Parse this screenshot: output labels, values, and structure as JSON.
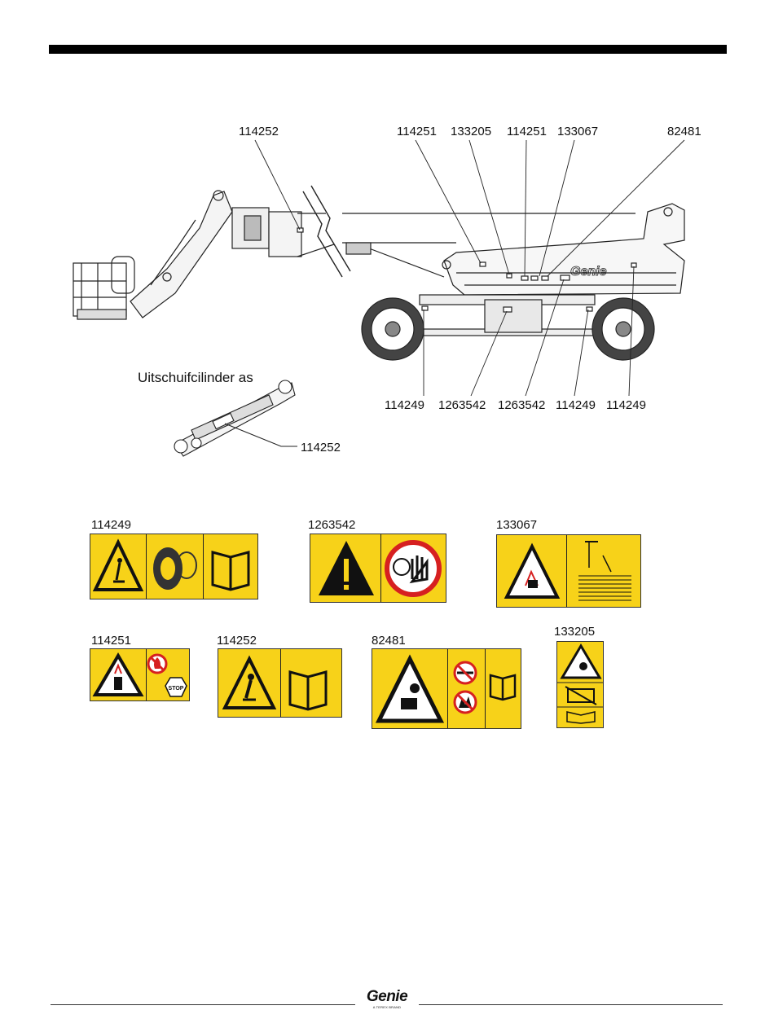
{
  "diagram": {
    "callouts_top": [
      "114252",
      "114251",
      "133205",
      "114251",
      "133067",
      "82481"
    ],
    "callouts_bottom": [
      "114249",
      "1263542",
      "1263542",
      "114249",
      "114249"
    ],
    "inset_title": "Uitschuifcilinder as",
    "inset_callout": "114252"
  },
  "decals": {
    "d114249": "114249",
    "d1263542": "1263542",
    "d133067": "133067",
    "d114251": "114251",
    "d114252": "114252",
    "d82481": "82481",
    "d133205": "133205"
  },
  "decal_text": {
    "stop": "STOP"
  },
  "footer": {
    "brand": "Genie",
    "tagline": "A TEREX BRAND"
  },
  "colors": {
    "decal_yellow": "#f7d219",
    "bar": "#000000"
  },
  "icons": [
    "warning-triangle-icon",
    "tire-icon",
    "manual-book-icon",
    "exclamation-icon",
    "stop-hand-icon",
    "no-fire-icon",
    "battery-icon"
  ]
}
